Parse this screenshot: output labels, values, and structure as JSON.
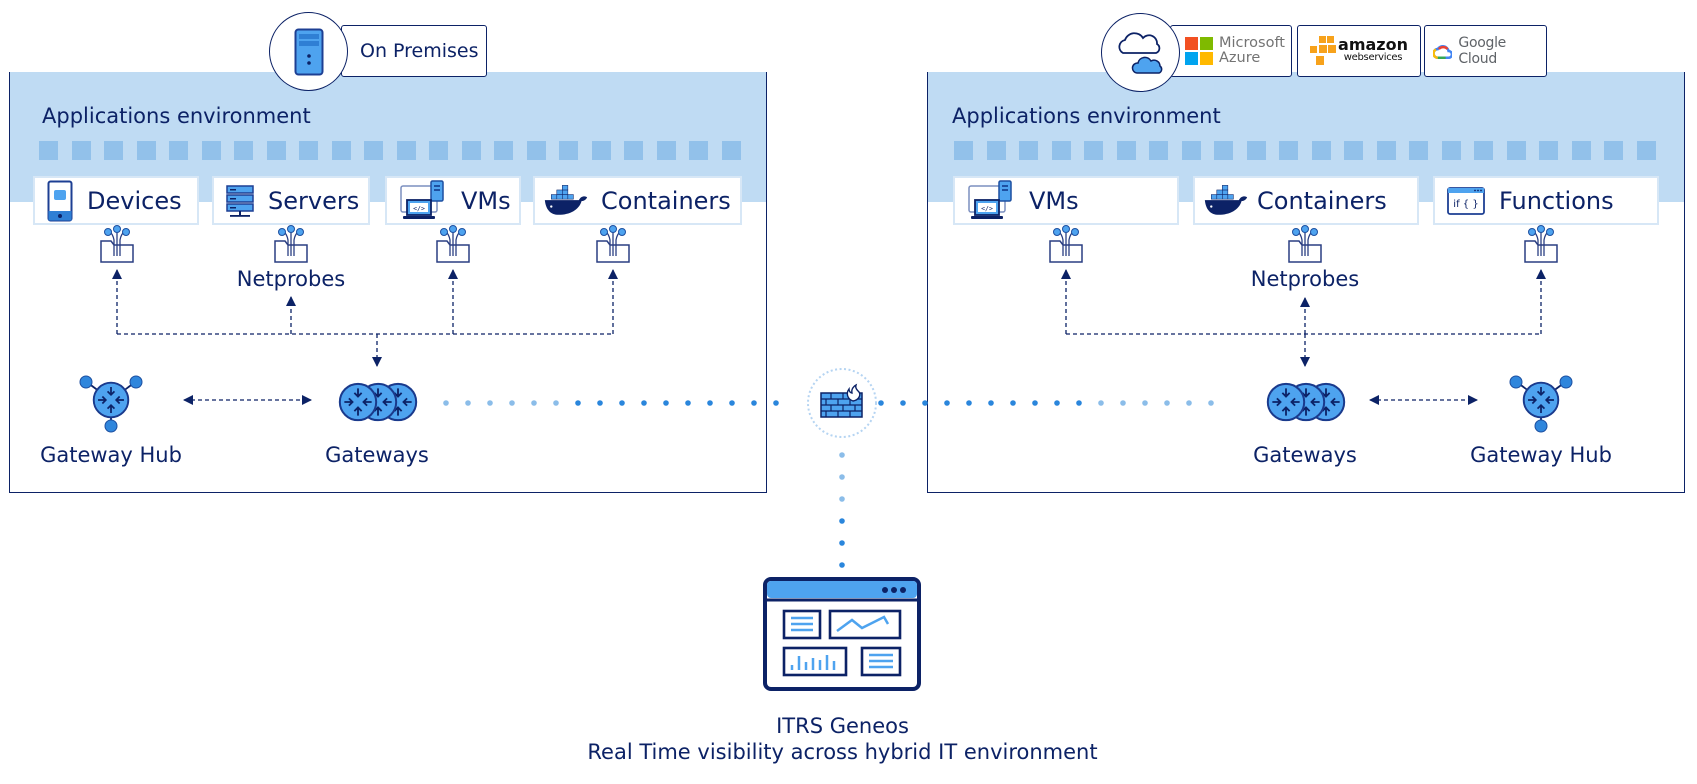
{
  "colors": {
    "navy": "#0c2266",
    "band": "#bfdbf3",
    "square": "#92c1ea",
    "icon_blue": "#4ea3ef",
    "dot_light": "#8bbde9",
    "dot_dark": "#2a86dc"
  },
  "on_premises": {
    "badge_icon": "server-tower-icon",
    "badge_label": "On Premises",
    "env_title": "Applications environment",
    "tiles": [
      {
        "label": "Devices",
        "icon": "mobile-device-icon"
      },
      {
        "label": "Servers",
        "icon": "server-rack-icon"
      },
      {
        "label": "VMs",
        "icon": "virtual-machine-icon"
      },
      {
        "label": "Containers",
        "icon": "docker-whale-icon"
      }
    ],
    "netprobes_label": "Netprobes",
    "gateway_hub_label": "Gateway Hub",
    "gateways_label": "Gateways"
  },
  "cloud": {
    "badge_icon": "cloud-icon",
    "providers": [
      {
        "name": "Microsoft Azure",
        "line1": "Microsoft",
        "line2": "Azure"
      },
      {
        "name": "Amazon Web Services",
        "line1": "amazon",
        "line2": "webservices"
      },
      {
        "name": "Google Cloud",
        "line1": "Google Cloud"
      }
    ],
    "env_title": "Applications environment",
    "tiles": [
      {
        "label": "VMs",
        "icon": "virtual-machine-icon"
      },
      {
        "label": "Containers",
        "icon": "docker-whale-icon"
      },
      {
        "label": "Functions",
        "icon": "function-code-icon"
      }
    ],
    "netprobes_label": "Netprobes",
    "gateways_label": "Gateways",
    "gateway_hub_label": "Gateway Hub"
  },
  "firewall": {
    "icon": "firewall-icon"
  },
  "dashboard": {
    "icon": "dashboard-icon",
    "title": "ITRS Geneos",
    "subtitle": "Real Time visibility across hybrid IT environment"
  }
}
